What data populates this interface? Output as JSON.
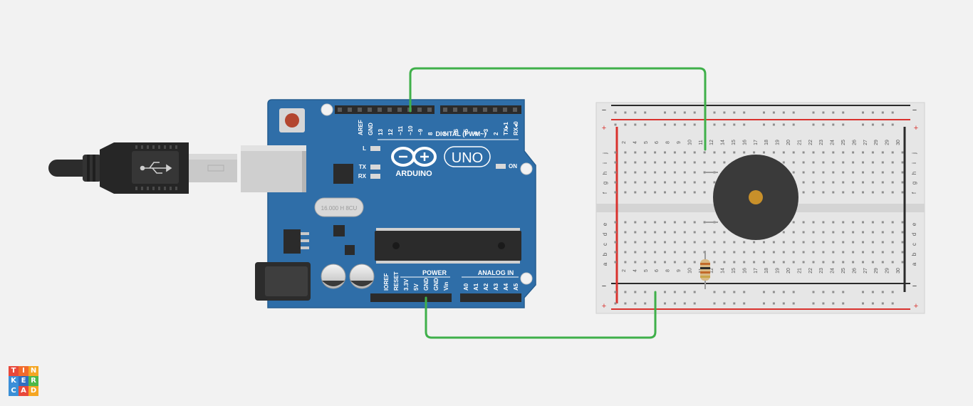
{
  "arduino": {
    "brand": "ARDUINO",
    "model": "UNO",
    "crystal": "16.000 H 8CU",
    "digital_header_label": "DIGITAL (PWM~)",
    "digital_pins_left": [
      "AREF",
      "GND",
      "13",
      "12",
      "~11",
      "~10",
      "~9",
      "8"
    ],
    "digital_pins_right": [
      "7",
      "~6",
      "~5",
      "4",
      "~3",
      "2",
      "TX▸1",
      "RX◂0"
    ],
    "leds": [
      "L",
      "TX",
      "RX"
    ],
    "on_label": "ON",
    "power_label": "POWER",
    "power_pins": [
      "IOREF",
      "RESET",
      "3.3V",
      "5V",
      "GND",
      "GND",
      "Vin"
    ],
    "analog_label": "ANALOG IN",
    "analog_pins": [
      "A0",
      "A1",
      "A2",
      "A3",
      "A4",
      "A5"
    ]
  },
  "breadboard": {
    "rail_minus": "−",
    "rail_plus": "+",
    "column_numbers": [
      "2",
      "4",
      "5",
      "6",
      "8",
      "9",
      "10",
      "11",
      "12",
      "14",
      "15",
      "16",
      "17",
      "18",
      "19",
      "20",
      "21",
      "22",
      "23",
      "24",
      "25",
      "26",
      "27",
      "29",
      "29",
      "30"
    ],
    "top_row_letters": [
      "j",
      "i",
      "h",
      "g",
      "f"
    ],
    "bottom_row_letters": [
      "e",
      "d",
      "c",
      "b",
      "a"
    ]
  },
  "colors": {
    "background": "#f2f2f2",
    "board_blue": "#2f6ea8",
    "wire_green": "#3fb04a",
    "rail_red": "#d9322e",
    "header_black": "#2b2b2b"
  },
  "logo": {
    "letters": [
      "T",
      "I",
      "N",
      "K",
      "E",
      "R",
      "C",
      "A",
      "D"
    ],
    "colors": [
      "#e8483b",
      "#f26b2c",
      "#f5a623",
      "#3c8ed8",
      "#2f6fc1",
      "#4cb849",
      "#3a8fd6",
      "#e8483b",
      "#f5a623"
    ]
  },
  "icons": {
    "usb": "usb-symbol-icon",
    "reset": "reset-button-icon",
    "arduino_logo": "infinity-logo-icon"
  }
}
